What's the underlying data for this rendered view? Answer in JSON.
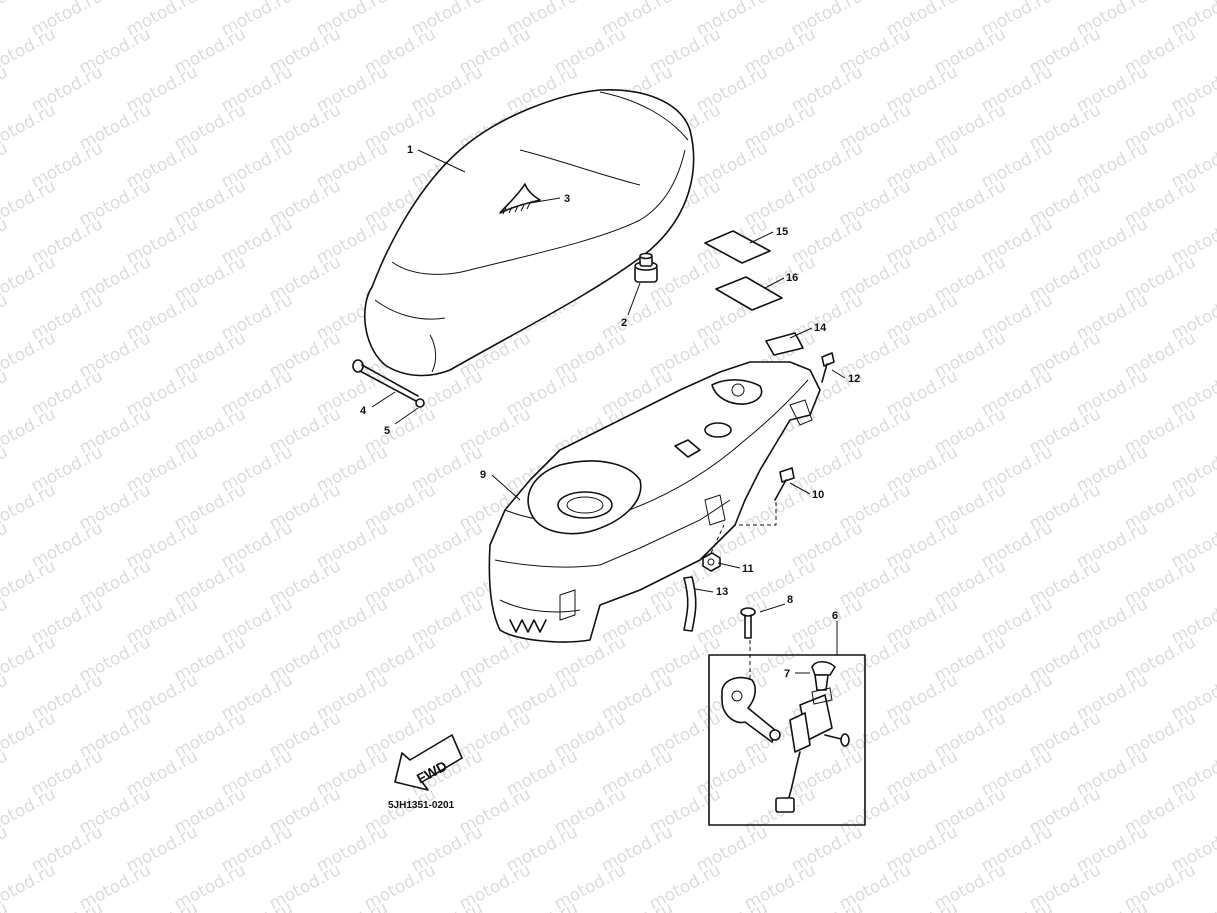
{
  "watermark": "motod.ru",
  "diagram_code": "5JH1351-0201",
  "direction_badge": "FWD",
  "callouts": [
    "1",
    "2",
    "3",
    "4",
    "5",
    "6",
    "7",
    "8",
    "9",
    "10",
    "11",
    "12",
    "13",
    "14",
    "15",
    "16"
  ]
}
